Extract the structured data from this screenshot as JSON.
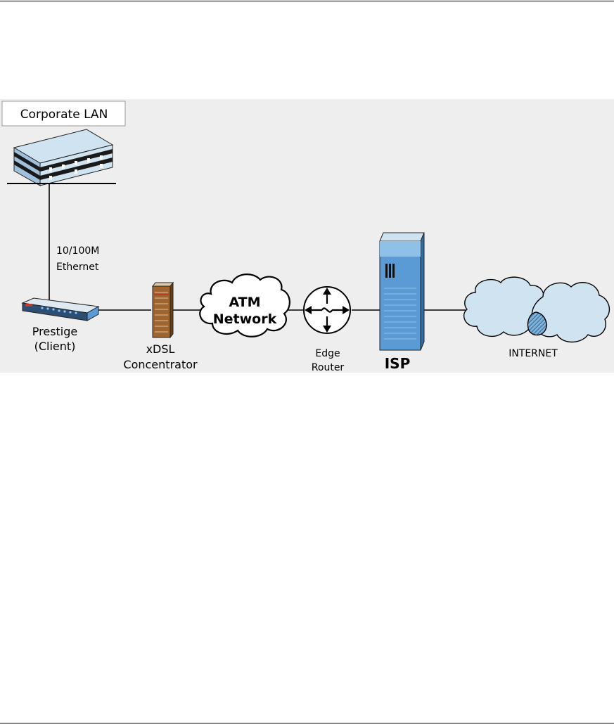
{
  "labels": {
    "corporate_lan": "Corporate LAN",
    "ethernet_line1": "10/100M",
    "ethernet_line2": "Ethernet",
    "prestige_line1": "Prestige",
    "prestige_line2": "(Client)",
    "concentrator_line1": "xDSL",
    "concentrator_line2": "Concentrator",
    "atm_line1": "ATM",
    "atm_line2": "Network",
    "router_line1": "Edge",
    "router_line2": "Router",
    "isp": "ISP",
    "internet": "INTERNET"
  },
  "colors": {
    "diagram_background": "#eeeeee",
    "device_blue": "#5b9bd5",
    "cloud_fill": "#cfe3f0",
    "concentrator_brown": "#a0652f"
  }
}
